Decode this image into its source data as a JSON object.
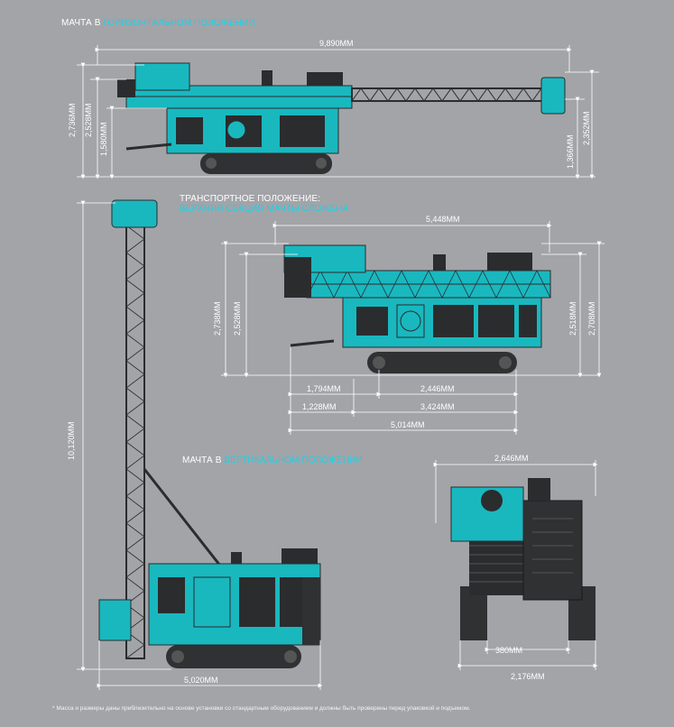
{
  "colors": {
    "background": "#a3a4a8",
    "machine_cyan": "#19b8bf",
    "machine_dark": "#333537",
    "dimension_line": "#ffffff",
    "accent_text": "#1fd0e6"
  },
  "views": {
    "horizontal": {
      "title_prefix": "МАЧТА В ",
      "title_accent": "ГОРИЗОНТАЛЬНОМ ПОЛОЖЕНИИ",
      "dims": {
        "overall_length": "9,890MM",
        "height_total": "2,736MM",
        "height_deck": "2,528MM",
        "height_body": "1,580MM",
        "right_top": "2,352MM",
        "right_low": "1,366MM"
      }
    },
    "transport": {
      "title_line1": "ТРАНСПОРТНОЕ ПОЛОЖЕНИЕ:",
      "title_line2": "ВЕРХНЯЯ СЕКЦИЯ МАЧТЫ СЛОЖЕНА",
      "dims": {
        "top_length": "5,448MM",
        "left_outer": "2,738MM",
        "left_inner": "2,528MM",
        "right_inner": "2,518MM",
        "right_outer": "2,708MM",
        "d1794": "1,794MM",
        "d2446": "2,446MM",
        "d1228": "1,228MM",
        "d3424": "3,424MM",
        "d5014": "5,014MM"
      }
    },
    "vertical": {
      "title_prefix": "МАЧТА В ",
      "title_accent": "ВЕРТИКАЛЬНОМ ПОЛОЖЕНИИ",
      "dims": {
        "mast_height": "10,120MM",
        "base_length": "5,020MM"
      }
    },
    "rear": {
      "dims": {
        "width_top": "2,646MM",
        "track_gap": "380MM",
        "width_bottom": "2,176MM"
      }
    }
  },
  "footnote": "* Масса и размеры даны приблизительно на основе установки со стандартным оборудованием и должны быть проверены перед упаковкой и подъемом."
}
